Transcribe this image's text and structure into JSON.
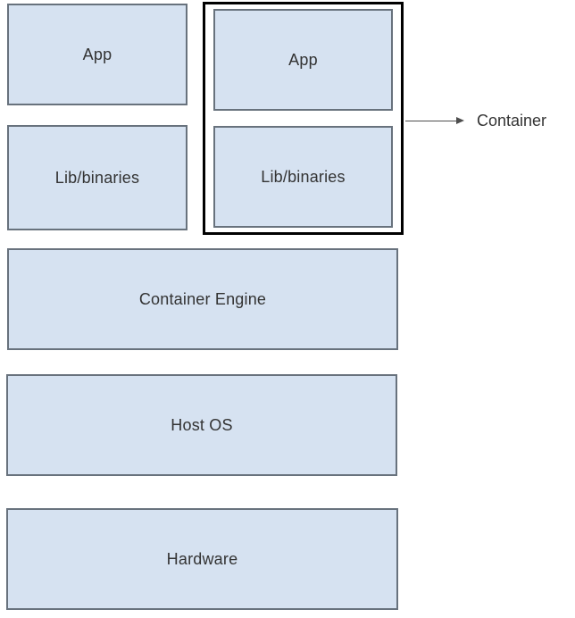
{
  "diagram": {
    "title_semantic": "container-architecture-stack",
    "boxes": {
      "left_app": {
        "label": "App"
      },
      "left_lib": {
        "label": "Lib/binaries"
      },
      "right_app": {
        "label": "App"
      },
      "right_lib": {
        "label": "Lib/binaries"
      },
      "container_engine": {
        "label": "Container Engine"
      },
      "host_os": {
        "label": "Host OS"
      },
      "hardware": {
        "label": "Hardware"
      }
    },
    "annotation": {
      "container_label": "Container"
    },
    "colors": {
      "box_fill": "#d6e2f1",
      "box_border": "#68727d",
      "container_border": "#000000",
      "text": "#333333",
      "arrow": "#4d4d4d"
    }
  }
}
